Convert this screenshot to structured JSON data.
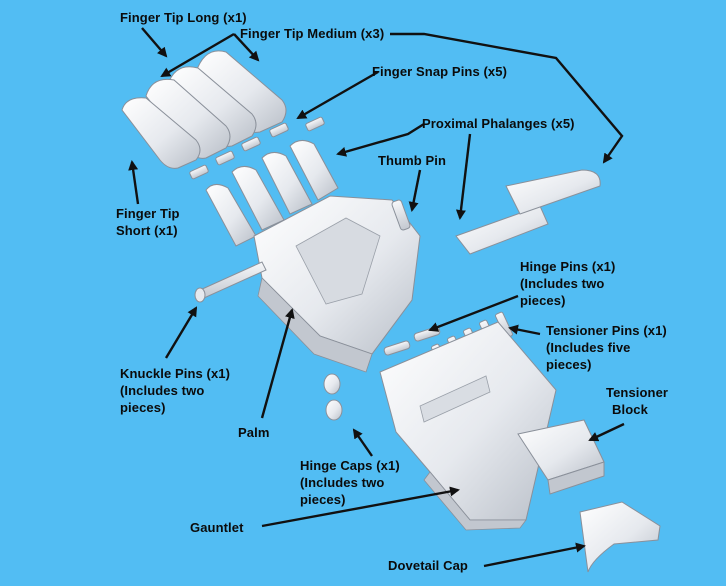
{
  "labels": {
    "finger_tip_long": "Finger Tip Long (x1)",
    "finger_tip_medium": "Finger Tip Medium (x3)",
    "finger_snap_pins": "Finger Snap Pins (x5)",
    "proximal_phalanges": "Proximal Phalanges (x5)",
    "thumb_pin": "Thumb Pin",
    "finger_tip_short_1": "Finger Tip",
    "finger_tip_short_2": "Short (x1)",
    "hinge_pins_1": "Hinge Pins (x1)",
    "hinge_pins_2": "(Includes two",
    "hinge_pins_3": "pieces)",
    "tensioner_pins_1": "Tensioner Pins (x1)",
    "tensioner_pins_2": "(Includes five",
    "tensioner_pins_3": "pieces)",
    "knuckle_pins_1": "Knuckle Pins (x1)",
    "knuckle_pins_2": "(Includes two",
    "knuckle_pins_3": "pieces)",
    "tensioner_block_1": "Tensioner",
    "tensioner_block_2": "Block",
    "palm": "Palm",
    "hinge_caps_1": "Hinge Caps (x1)",
    "hinge_caps_2": "(Includes two",
    "hinge_caps_3": "pieces)",
    "gauntlet": "Gauntlet",
    "dovetail_cap": "Dovetail Cap"
  },
  "colors": {
    "background": "#52bdf3",
    "part_light": "#f2f4f7",
    "part_shade": "#c9ced6",
    "part_edge": "#8a909a",
    "arrow": "#111111"
  }
}
